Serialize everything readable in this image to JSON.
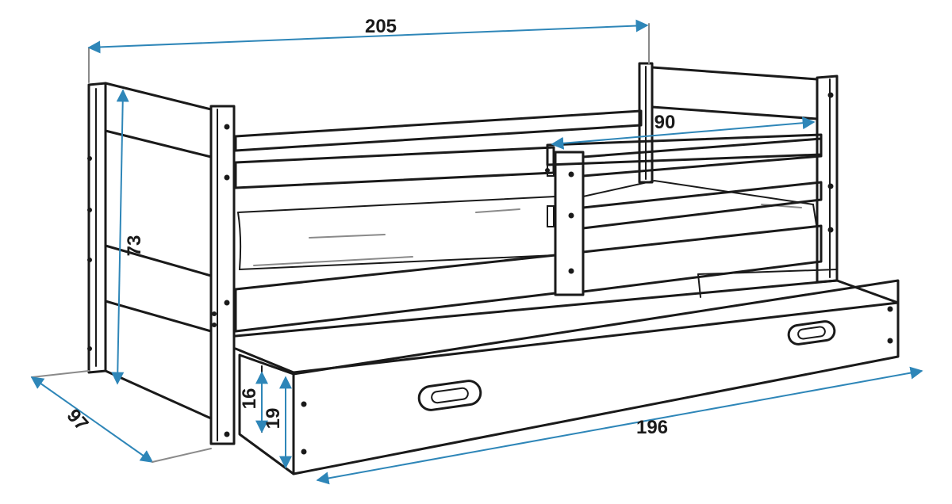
{
  "colors": {
    "outline": "#1a1a1a",
    "dimension_line": "#2e86b8",
    "background": "#ffffff"
  },
  "dimensions": {
    "overall_length": "205",
    "guard_rail_length": "90",
    "headboard_height": "73",
    "bed_depth": "97",
    "drawer_length": "196",
    "drawer_side_height": "16",
    "drawer_front_height": "19"
  }
}
